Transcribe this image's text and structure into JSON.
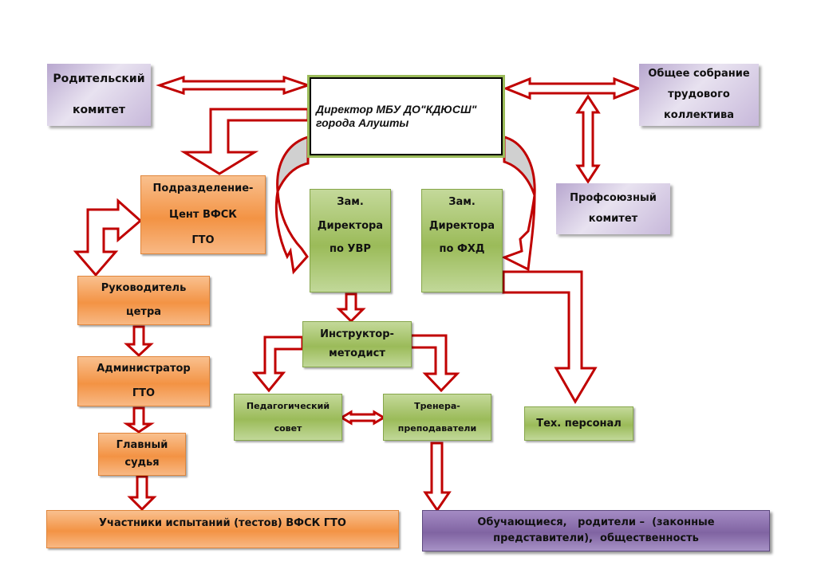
{
  "diagram": {
    "director": {
      "line1": "Директор МБУ ДО\"КДЮСШ\"",
      "line2": "города Алушты"
    },
    "parent_committee": {
      "line1": "Родительский",
      "line2": "комитет"
    },
    "general_meeting": {
      "line1": "Общее собрание",
      "line2": "трудового",
      "line3": "коллектива"
    },
    "trade_union": {
      "line1": "Профсоюзный",
      "line2": "комитет"
    },
    "gto_division": {
      "line1": "Подразделение-",
      "line2": "Цент ВФСК",
      "line3": "ГТО"
    },
    "center_head": {
      "line1": "Руководитель",
      "line2": "цетра"
    },
    "gto_admin": {
      "line1": "Администратор",
      "line2": "ГТО"
    },
    "chief_judge": {
      "line1": "Главный",
      "line2": "судья"
    },
    "test_participants": {
      "label": "Участники испытаний (тестов) ВФСК ГТО"
    },
    "deputy_uvr": {
      "line1": "Зам.",
      "line2": "Директора",
      "line3": "по УВР"
    },
    "deputy_fhd": {
      "line1": "Зам.",
      "line2": "Директора",
      "line3": "по ФХД"
    },
    "instructor": {
      "line1": "Инструктор-",
      "line2": "методист"
    },
    "ped_council": {
      "line1": "Педагогический",
      "line2": "совет"
    },
    "coaches": {
      "line1": "Тренера-",
      "line2": "преподаватели"
    },
    "tech_staff": {
      "label": "Тех. персонал"
    },
    "students": {
      "line1": "Обучающиеся,   родители –  (законные",
      "line2": "представители),  общественность"
    }
  },
  "colors": {
    "arrow_stroke": "#c00000",
    "purple_box": "#c7b8da",
    "purple_dark_box": "#8064a2",
    "orange_box": "#f39344",
    "green_box": "#9bbb59",
    "director_border": "#9bbb59"
  }
}
